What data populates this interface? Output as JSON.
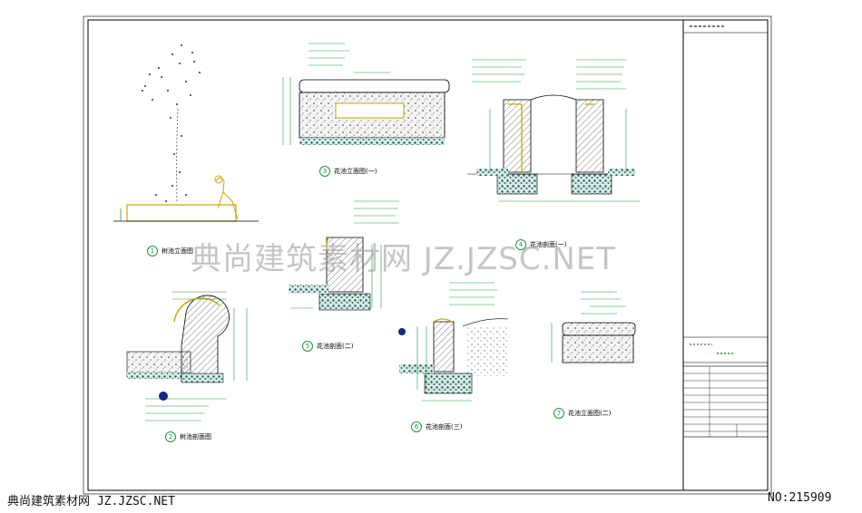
{
  "watermark": "典尚建筑素材网 JZ.JZSC.NET",
  "footer": {
    "site_label": "典尚建筑素材网 JZ.JZSC.NET",
    "id_label": "NO:215909"
  },
  "colors": {
    "frame": "#000000",
    "dimension": "#1a9a3a",
    "annotation": "#c8a800",
    "section_fill": "#d9d9d9",
    "gravel": "#2a6a6a",
    "watermark": "#969696"
  },
  "drawings": [
    {
      "id": "1",
      "caption": "树池立面图"
    },
    {
      "id": "2",
      "caption": "树池剖面图"
    },
    {
      "id": "3",
      "caption": "花池立面图(一)"
    },
    {
      "id": "4",
      "caption": "花池剖面(一)"
    },
    {
      "id": "5",
      "caption": "花池剖面(二)"
    },
    {
      "id": "6",
      "caption": "花池剖面(三)"
    },
    {
      "id": "7",
      "caption": "花池立面图(二)"
    }
  ]
}
